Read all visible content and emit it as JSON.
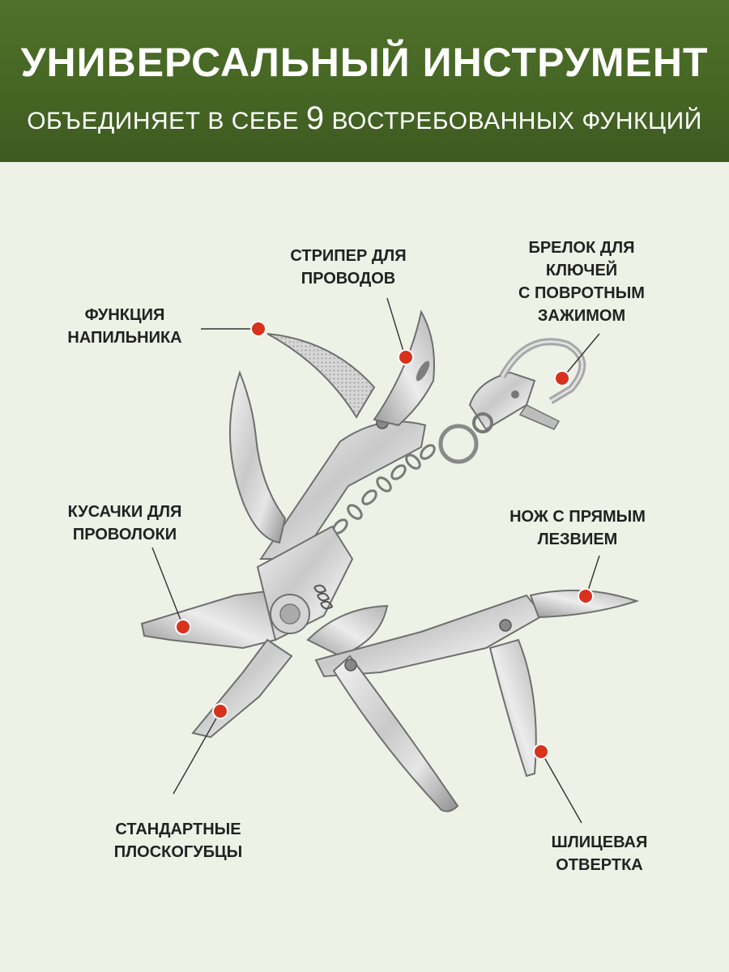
{
  "header": {
    "title": "УНИВЕРСАЛЬНЫЙ ИНСТРУМЕНТ",
    "subtitle_before": "ОБЪЕДИНЯЕТ В СЕБЕ",
    "subtitle_number": "9",
    "subtitle_after": "ВОСТРЕБОВАННЫХ ФУНКЦИЙ",
    "background_color": "#4a6a26"
  },
  "accent_color": "#d8321c",
  "labels": {
    "file": "ФУНКЦИЯ\nНАПИЛЬНИКА",
    "stripper": "СТРИПЕР ДЛЯ\nПРОВОДОВ",
    "keychain": "БРЕЛОК ДЛЯ\nКЛЮЧЕЙ\nС ПОВРОТНЫМ\nЗАЖИМОМ",
    "cutters": "КУСАЧКИ ДЛЯ\nПРОВОЛОКИ",
    "knife": "НОЖ С ПРЯМЫМ\nЛЕЗВИЕМ",
    "pliers": "СТАНДАРТНЫЕ\nПЛОСКОГУБЦЫ",
    "screwdriver": "ШЛИЦЕВАЯ\nОТВЕРТКА"
  }
}
